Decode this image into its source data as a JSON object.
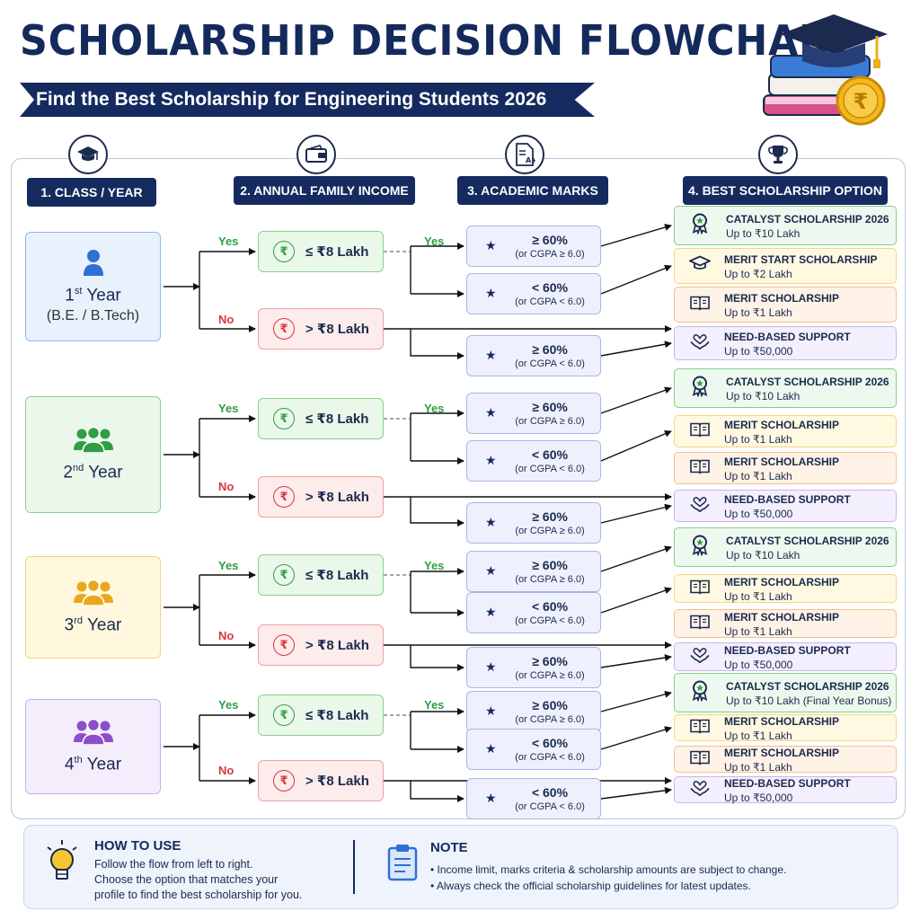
{
  "title": "SCHOLARSHIP DECISION FLOWCHART",
  "subtitle": "Find the Best Scholarship for Engineering Students 2026",
  "logo": {
    "currency_symbol": "₹",
    "icon": "graduation-cap-books-coin-icon"
  },
  "columns": [
    {
      "label": "1. CLASS / YEAR",
      "icon": "graduation-cap-icon"
    },
    {
      "label": "2. ANNUAL FAMILY INCOME",
      "icon": "wallet-icon"
    },
    {
      "label": "3. ACADEMIC MARKS",
      "icon": "grade-document-icon"
    },
    {
      "label": "4. BEST SCHOLARSHIP OPTION",
      "icon": "trophy-icon"
    }
  ],
  "labels": {
    "yes": "Yes",
    "no": "No"
  },
  "currency": "₹",
  "years": [
    {
      "ordinal_num": "1",
      "ordinal_suffix": "st",
      "word": "Year",
      "detail": "(B.E. / B.Tech)",
      "icon": "single-person-icon",
      "color": "#2f6fd6",
      "income_yes": "≤ ₹8 Lakh",
      "income_no": "> ₹8 Lakh",
      "marks": [
        {
          "line1": "≥ 60%",
          "line2": "(or CGPA ≥ 6.0)"
        },
        {
          "line1": "< 60%",
          "line2": "(or CGPA < 6.0)"
        },
        {
          "line1": "≥ 60%",
          "line2": "(or CGPA < 6.0)"
        }
      ],
      "scholarships": [
        {
          "name": "CATALYST SCHOLARSHIP 2026",
          "amount": "Up to ₹10 Lakh",
          "icon": "award-ribbon-icon",
          "tone": "green"
        },
        {
          "name": "MERIT START SCHOLARSHIP",
          "amount": "Up to ₹2 Lakh",
          "icon": "graduation-cap-icon",
          "tone": "yellow"
        },
        {
          "name": "MERIT SCHOLARSHIP",
          "amount": "Up to ₹1 Lakh",
          "icon": "open-book-icon",
          "tone": "orange"
        },
        {
          "name": "NEED-BASED SUPPORT",
          "amount": "Up to ₹50,000",
          "icon": "helping-hands-icon",
          "tone": "purple"
        }
      ]
    },
    {
      "ordinal_num": "2",
      "ordinal_suffix": "nd",
      "word": "Year",
      "detail": "",
      "icon": "group-icon",
      "color": "#2f9e44",
      "income_yes": "≤ ₹8 Lakh",
      "income_no": "> ₹8 Lakh",
      "marks": [
        {
          "line1": "≥ 60%",
          "line2": "(or CGPA ≥ 6.0)"
        },
        {
          "line1": "< 60%",
          "line2": "(or CGPA < 6.0)"
        },
        {
          "line1": "≥ 60%",
          "line2": "(or CGPA ≥ 6.0)"
        }
      ],
      "scholarships": [
        {
          "name": "CATALYST SCHOLARSHIP 2026",
          "amount": "Up to ₹10 Lakh",
          "icon": "award-ribbon-icon",
          "tone": "green"
        },
        {
          "name": "MERIT SCHOLARSHIP",
          "amount": "Up to ₹1 Lakh",
          "icon": "open-book-icon",
          "tone": "yellow"
        },
        {
          "name": "MERIT SCHOLARSHIP",
          "amount": "Up to ₹1 Lakh",
          "icon": "open-book-icon",
          "tone": "orange"
        },
        {
          "name": "NEED-BASED SUPPORT",
          "amount": "Up to ₹50,000",
          "icon": "helping-hands-icon",
          "tone": "purple"
        }
      ]
    },
    {
      "ordinal_num": "3",
      "ordinal_suffix": "rd",
      "word": "Year",
      "detail": "",
      "icon": "group-icon",
      "color": "#e8a91c",
      "income_yes": "≤ ₹8 Lakh",
      "income_no": "> ₹8 Lakh",
      "marks": [
        {
          "line1": "≥ 60%",
          "line2": "(or CGPA ≥ 6.0)"
        },
        {
          "line1": "< 60%",
          "line2": "(or CGPA < 6.0)"
        },
        {
          "line1": "≥ 60%",
          "line2": "(or CGPA ≥ 6.0)"
        }
      ],
      "scholarships": [
        {
          "name": "CATALYST SCHOLARSHIP 2026",
          "amount": "Up to ₹10 Lakh",
          "icon": "award-ribbon-icon",
          "tone": "green"
        },
        {
          "name": "MERIT SCHOLARSHIP",
          "amount": "Up to ₹1 Lakh",
          "icon": "open-book-icon",
          "tone": "yellow"
        },
        {
          "name": "MERIT SCHOLARSHIP",
          "amount": "Up to ₹1 Lakh",
          "icon": "open-book-icon",
          "tone": "orange"
        },
        {
          "name": "NEED-BASED SUPPORT",
          "amount": "Up to ₹50,000",
          "icon": "helping-hands-icon",
          "tone": "purple"
        }
      ]
    },
    {
      "ordinal_num": "4",
      "ordinal_suffix": "th",
      "word": "Year",
      "detail": "",
      "icon": "group-icon",
      "color": "#8a4fc9",
      "income_yes": "≤ ₹8 Lakh",
      "income_no": "> ₹8 Lakh",
      "marks": [
        {
          "line1": "≥ 60%",
          "line2": "(or CGPA ≥ 6.0)"
        },
        {
          "line1": "< 60%",
          "line2": "(or CGPA < 6.0)"
        },
        {
          "line1": "< 60%",
          "line2": "(or CGPA < 6.0)"
        }
      ],
      "scholarships": [
        {
          "name": "CATALYST SCHOLARSHIP 2026",
          "amount": "Up to ₹10 Lakh (Final Year Bonus)",
          "icon": "award-ribbon-icon",
          "tone": "green"
        },
        {
          "name": "MERIT SCHOLARSHIP",
          "amount": "Up to ₹1 Lakh",
          "icon": "open-book-icon",
          "tone": "yellow"
        },
        {
          "name": "MERIT SCHOLARSHIP",
          "amount": "Up to ₹1 Lakh",
          "icon": "open-book-icon",
          "tone": "orange"
        },
        {
          "name": "NEED-BASED SUPPORT",
          "amount": "Up to ₹50,000",
          "icon": "helping-hands-icon",
          "tone": "purple"
        }
      ]
    }
  ],
  "footer": {
    "how_title": "HOW TO USE",
    "how_lines": [
      "Follow the flow from left to right.",
      "Choose the option that matches your",
      "profile to find the best scholarship for you."
    ],
    "how_icon": "lightbulb-icon",
    "note_title": "NOTE",
    "note_lines": [
      "• Income limit, marks criteria & scholarship amounts are subject to change.",
      "• Always check the official scholarship guidelines for latest updates."
    ],
    "note_icon": "clipboard-icon"
  }
}
